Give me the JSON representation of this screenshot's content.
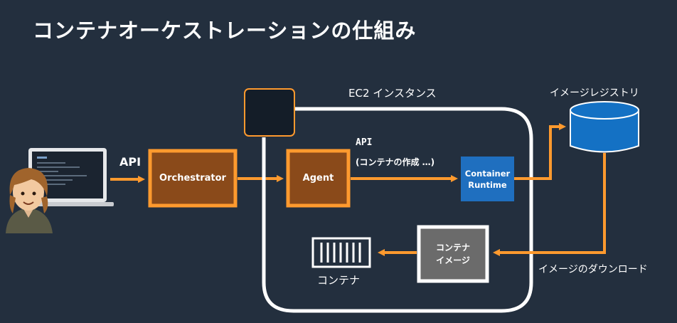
{
  "title": "コンテナオーケストレーションの仕組み",
  "diagram": {
    "api_label_left": "API",
    "orchestrator": "Orchestrator",
    "ec2_label": "EC2 インスタンス",
    "agent": "Agent",
    "api_call_line1": "API",
    "api_call_line2": "(コンテナの作成 …)",
    "container_runtime_line1": "Container",
    "container_runtime_line2": "Runtime",
    "registry_label": "イメージレジストリ",
    "image_download_label": "イメージのダウンロード",
    "container_image_line1": "コンテナ",
    "container_image_line2": "イメージ",
    "container_label": "コンテナ"
  },
  "colors": {
    "background": "#232f3e",
    "accent_orange": "#ff9a2e",
    "box_fill": "#8a4a1a",
    "runtime_blue": "#1f6fbf",
    "registry_blue": "#1471c4",
    "image_gray": "#6b6b6b",
    "white": "#ffffff"
  },
  "icons": [
    "user-avatar-icon",
    "laptop-icon",
    "ec2-chip-icon",
    "database-icon",
    "container-icon"
  ]
}
